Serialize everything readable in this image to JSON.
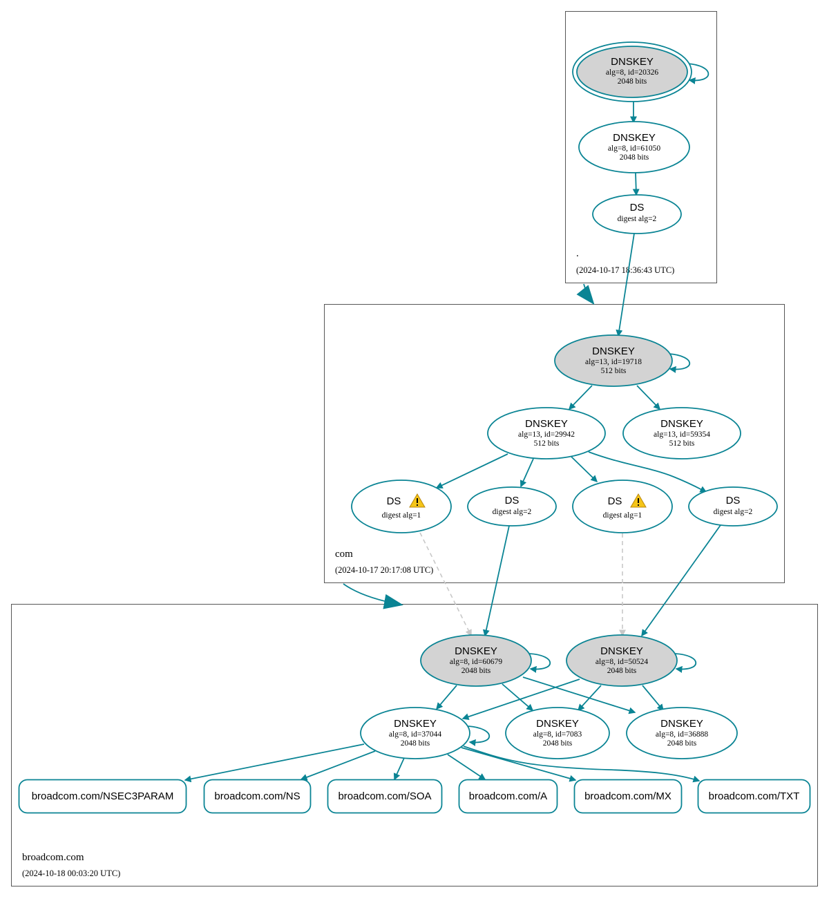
{
  "zones": {
    "root": {
      "name": ".",
      "timestamp": "(2024-10-17 18:36:43 UTC)"
    },
    "com": {
      "name": "com",
      "timestamp": "(2024-10-17 20:17:08 UTC)"
    },
    "broadcom": {
      "name": "broadcom.com",
      "timestamp": "(2024-10-18 00:03:20 UTC)"
    }
  },
  "nodes": {
    "root_ksk": {
      "title": "DNSKEY",
      "line1": "alg=8, id=20326",
      "line2": "2048 bits"
    },
    "root_zsk": {
      "title": "DNSKEY",
      "line1": "alg=8, id=61050",
      "line2": "2048 bits"
    },
    "root_ds": {
      "title": "DS",
      "line1": "digest alg=2"
    },
    "com_ksk": {
      "title": "DNSKEY",
      "line1": "alg=13, id=19718",
      "line2": "512 bits"
    },
    "com_zsk1": {
      "title": "DNSKEY",
      "line1": "alg=13, id=29942",
      "line2": "512 bits"
    },
    "com_zsk2": {
      "title": "DNSKEY",
      "line1": "alg=13, id=59354",
      "line2": "512 bits"
    },
    "ds1": {
      "title": "DS",
      "line1": "digest alg=1",
      "warning": true
    },
    "ds2": {
      "title": "DS",
      "line1": "digest alg=2"
    },
    "ds3": {
      "title": "DS",
      "line1": "digest alg=1",
      "warning": true
    },
    "ds4": {
      "title": "DS",
      "line1": "digest alg=2"
    },
    "bc_ksk1": {
      "title": "DNSKEY",
      "line1": "alg=8, id=60679",
      "line2": "2048 bits"
    },
    "bc_ksk2": {
      "title": "DNSKEY",
      "line1": "alg=8, id=50524",
      "line2": "2048 bits"
    },
    "bc_zsk1": {
      "title": "DNSKEY",
      "line1": "alg=8, id=37044",
      "line2": "2048 bits"
    },
    "bc_zsk2": {
      "title": "DNSKEY",
      "line1": "alg=8, id=7083",
      "line2": "2048 bits"
    },
    "bc_zsk3": {
      "title": "DNSKEY",
      "line1": "alg=8, id=36888",
      "line2": "2048 bits"
    }
  },
  "records": [
    "broadcom.com/NSEC3PARAM",
    "broadcom.com/NS",
    "broadcom.com/SOA",
    "broadcom.com/A",
    "broadcom.com/MX",
    "broadcom.com/TXT"
  ],
  "colors": {
    "edge": "#0a8494",
    "node_fill_ksk": "#d3d3d3",
    "dashed_edge": "#c8c8c8",
    "warning": "#f5c518"
  },
  "icons": {
    "warning": "warning-icon"
  }
}
